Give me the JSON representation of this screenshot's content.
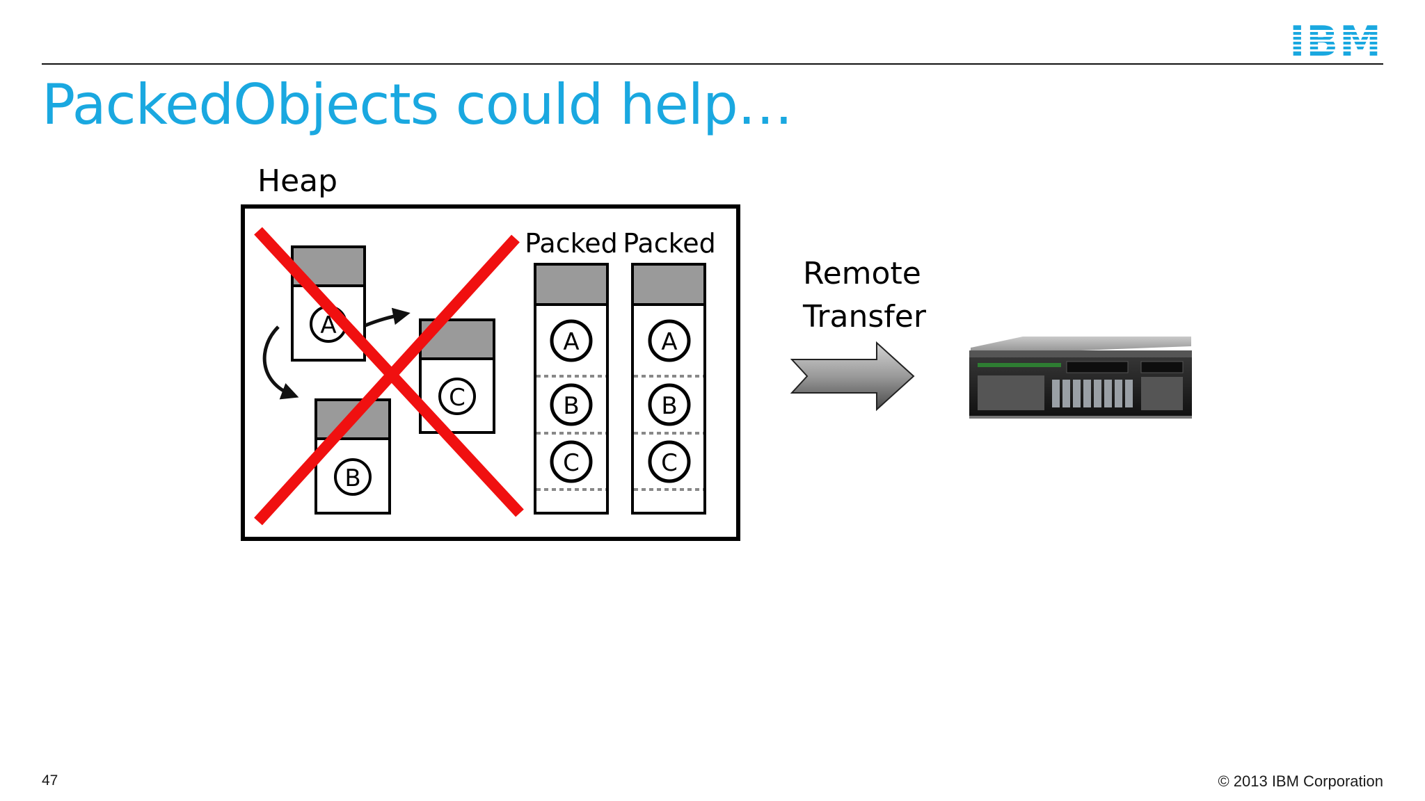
{
  "header": {
    "logo_text": "IBM"
  },
  "slide": {
    "title": "PackedObjects could help…",
    "page_number": "47",
    "copyright": "© 2013 IBM Corporation"
  },
  "diagram": {
    "heap_label": "Heap",
    "loose_objects": [
      {
        "letter": "A"
      },
      {
        "letter": "B"
      },
      {
        "letter": "C"
      }
    ],
    "packed_label_1": "Packed",
    "packed_label_2": "Packed",
    "packed_1_letters": [
      "A",
      "B",
      "C"
    ],
    "packed_2_letters": [
      "A",
      "B",
      "C"
    ],
    "remote_label_line1": "Remote",
    "remote_label_line2": "Transfer",
    "server_icon": "server-rack-icon",
    "colors": {
      "title": "#1aa8e0",
      "cross": "#f01010",
      "header_gray": "#9a9a9a"
    }
  }
}
